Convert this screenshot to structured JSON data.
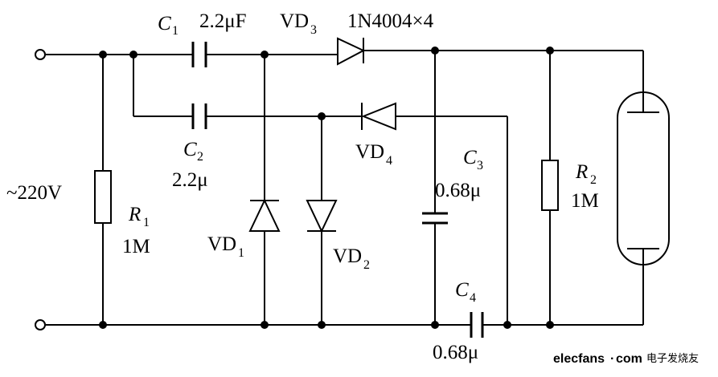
{
  "supply": {
    "label": "~220V"
  },
  "components": {
    "C1": {
      "letter": "C",
      "index": "1",
      "value": "2.2μF"
    },
    "C2": {
      "letter": "C",
      "index": "2",
      "value": "2.2μ"
    },
    "C3": {
      "letter": "C",
      "index": "3",
      "value": "0.68μ"
    },
    "C4": {
      "letter": "C",
      "index": "4",
      "value": "0.68μ"
    },
    "R1": {
      "letter": "R",
      "index": "1",
      "value": "1M"
    },
    "R2": {
      "letter": "R",
      "index": "2",
      "value": "1M"
    },
    "VD1": {
      "prefix": "VD",
      "index": "1"
    },
    "VD2": {
      "prefix": "VD",
      "index": "2"
    },
    "VD3": {
      "prefix": "VD",
      "index": "3"
    },
    "VD4": {
      "prefix": "VD",
      "index": "4"
    },
    "diode_part": "1N4004×4"
  },
  "watermark": {
    "brand": "elecfans",
    "dot": "·",
    "domain": "com",
    "cn": "电子发烧友"
  }
}
